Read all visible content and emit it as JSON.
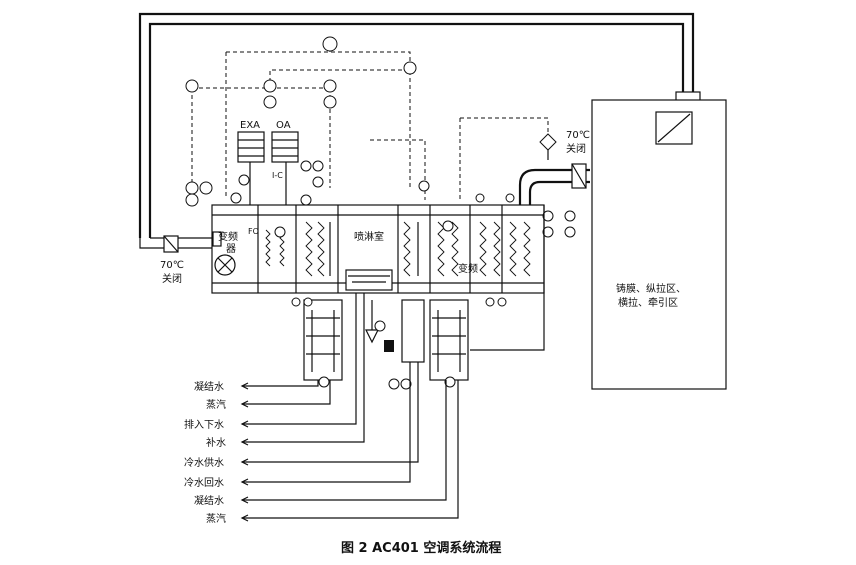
{
  "caption": "图 2   AC401 空调系统流程",
  "labels": {
    "exa": "EXA",
    "oa": "OA",
    "vfd_left": "变频",
    "vfd_left_2": "器",
    "vfd_right": "变频",
    "spray_chamber": "喷淋室",
    "temp_close_left": "70℃",
    "temp_close_left_2": "关闭",
    "temp_close_right": "70℃",
    "temp_close_right_2": "关闭",
    "room_1": "铸膜、纵拉区、",
    "room_2": "横拉、牵引区",
    "tag_fo": "FO",
    "tag_ic": "I-C"
  },
  "pipe_labels": [
    "凝结水",
    "蒸汽",
    "排入下水",
    "补水",
    "冷水供水",
    "冷水回水",
    "凝结水",
    "蒸汽"
  ]
}
